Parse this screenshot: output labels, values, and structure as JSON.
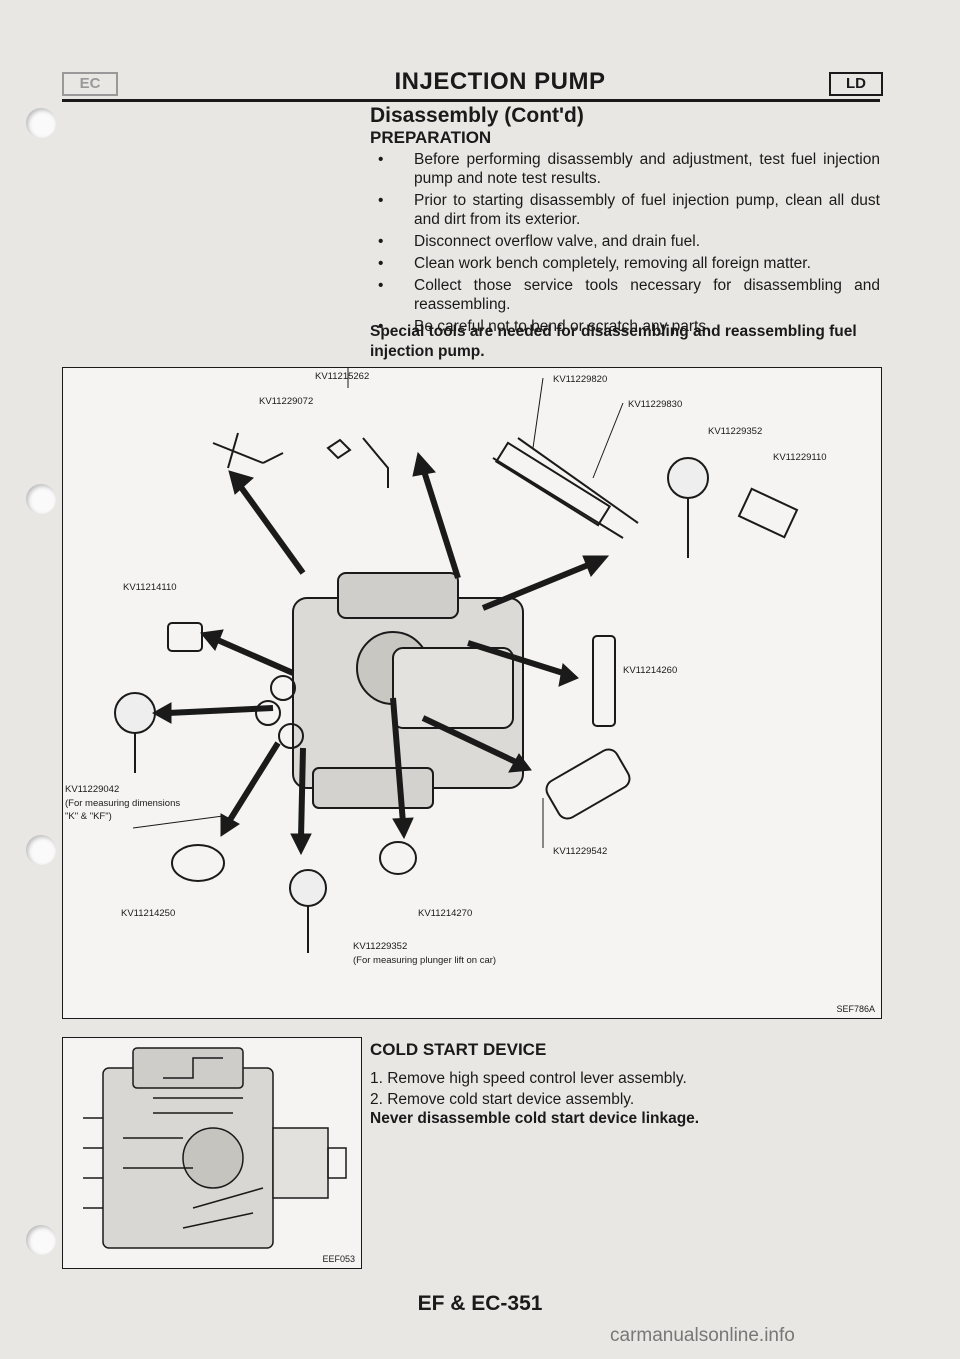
{
  "header": {
    "left_tag": "EC",
    "title": "INJECTION PUMP",
    "right_tag": "LD"
  },
  "subtitle": "Disassembly (Cont'd)",
  "preparation": {
    "heading": "PREPARATION",
    "bullets": [
      "Before performing disassembly and adjustment, test fuel injection pump and note test results.",
      "Prior to starting disassembly of fuel injection pump, clean all dust and dirt from its exterior.",
      "Disconnect overflow valve, and drain fuel.",
      "Clean work bench completely, removing all foreign matter.",
      "Collect those service tools necessary for disassembling and reassembling.",
      "Be careful not to bend or scratch any parts."
    ],
    "note": "Special tools are needed for disassembling and reassembling fuel injection pump."
  },
  "figure1": {
    "code": "SEF786A",
    "labels": {
      "kv11215262": "KV11215262",
      "kv11229072": "KV11229072",
      "kv11229820": "KV11229820",
      "kv11229830": "KV11229830",
      "kv11229352_top": "KV11229352",
      "kv11229110": "KV11229110",
      "kv11214110": "KV11214110",
      "kv11214260": "KV11214260",
      "kv11229042": "KV11229042",
      "kv11229042_note1": "(For measuring dimensions",
      "kv11229042_note2": "\"K\" & \"KF\")",
      "kv11229542": "KV11229542",
      "kv11214250": "KV11214250",
      "kv11214270": "KV11214270",
      "kv11229352_bottom": "KV11229352",
      "kv11229352_note": "(For measuring plunger lift on car)"
    }
  },
  "figure2": {
    "code": "EEF053"
  },
  "cold_start": {
    "heading": "COLD START DEVICE",
    "steps": [
      "1.  Remove high speed control lever assembly.",
      "2.  Remove cold start device assembly."
    ],
    "note": "Never disassemble cold start device linkage."
  },
  "footer": "EF & EC-351",
  "watermark": "carmanualsonline.info"
}
